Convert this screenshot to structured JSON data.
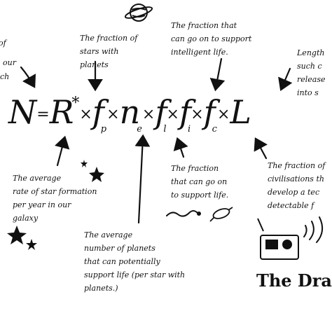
{
  "equation": {
    "lhs": "N",
    "equals": "=",
    "star": "*",
    "r": "R",
    "times": "×",
    "f": "f",
    "n": "n",
    "l": "L",
    "sub_p": "p",
    "sub_e": "e",
    "sub_l": "l",
    "sub_i": "i",
    "sub_c": "c"
  },
  "notes": {
    "left_top_a": "of",
    "left_top_b": "our",
    "left_top_c": "ch",
    "fp": "The fraction of\nstars with\nplanets",
    "fi": "The fraction that\ncan go on to support\nintelligent life.",
    "length": "Length\nsuch c\nrelease\ninto s",
    "rstar": "The average\nrate of star formation\nper year in our\ngalaxy",
    "ne": "The average\nnumber of planets\nthat can potentially\nsupport life (per star with\nplanets.)",
    "fl": "The fraction\nthat can go on\nto support life.",
    "fc": "The fraction of\ncivilisations th\ndevelop a tec\ndetectable f"
  },
  "title": "The Drake",
  "icons": [
    "planet-icon",
    "star-icon",
    "worm-icon",
    "cell-icon",
    "radio-icon",
    "sound-waves-icon"
  ]
}
